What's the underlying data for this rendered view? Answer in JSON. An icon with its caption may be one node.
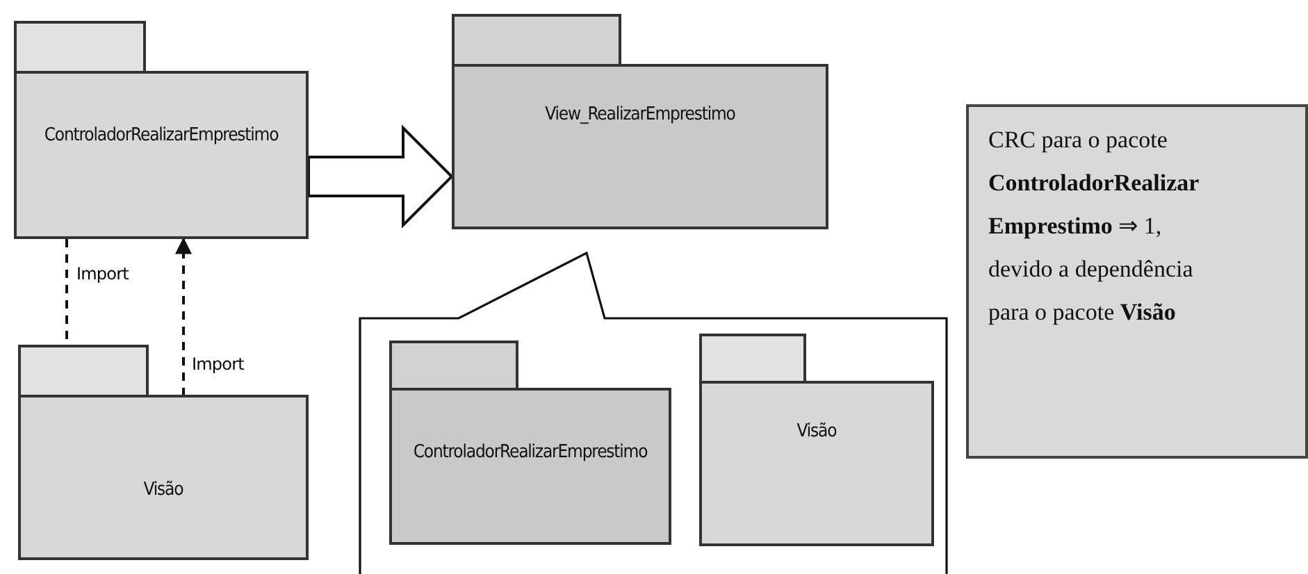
{
  "diagram": {
    "nodes": [
      {
        "text": [
          "ControladorRealizarEmprestimo"
        ]
      },
      {
        "text": [
          "View_RealizarEmprestimo"
        ]
      },
      {
        "text": [
          "Visão"
        ]
      },
      {
        "text": [],
        "shape": "callout"
      },
      {
        "text": [
          "ControladorRealizarEmprestimo"
        ],
        "in": 3
      },
      {
        "text": [
          "Visão"
        ],
        "in": 3
      },
      {
        "text": [
          "CRC para o pacote **ControladorRealizar Emprestimo** ⇒ 1, devido a dependência para o pacote **Visão**"
        ]
      }
    ],
    "edges": [
      {
        "from": 0,
        "to": 2,
        "arrow": "to",
        "label": "Import",
        "style": "dashed"
      },
      {
        "from": 2,
        "to": 0,
        "arrow": "to",
        "label": "Import",
        "style": "dashed"
      },
      {
        "from": 0,
        "to": 1,
        "arrow": "to",
        "style": "thick"
      }
    ]
  }
}
